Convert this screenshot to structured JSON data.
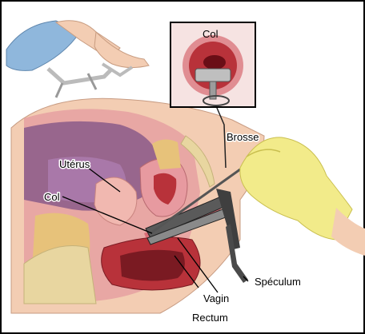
{
  "figure": {
    "labels": {
      "col_inset": "Col",
      "brosse": "Brosse",
      "uterus": "Utérus",
      "col": "Col",
      "speculum": "Spéculum",
      "vagin": "Vagin",
      "rectum": "Rectum"
    },
    "colors": {
      "border": "#000000",
      "skin": "#f3cdb3",
      "tissue_pink": "#e79aa0",
      "tissue_red": "#b8323a",
      "deep_red": "#7a1a22",
      "purple": "#8a5a8a",
      "fat_yellow": "#e7c27a",
      "bone": "#e8d6a0",
      "glove": "#f2eb8a",
      "gown": "#8fb7dc",
      "metal": "#4a4a4a"
    }
  }
}
